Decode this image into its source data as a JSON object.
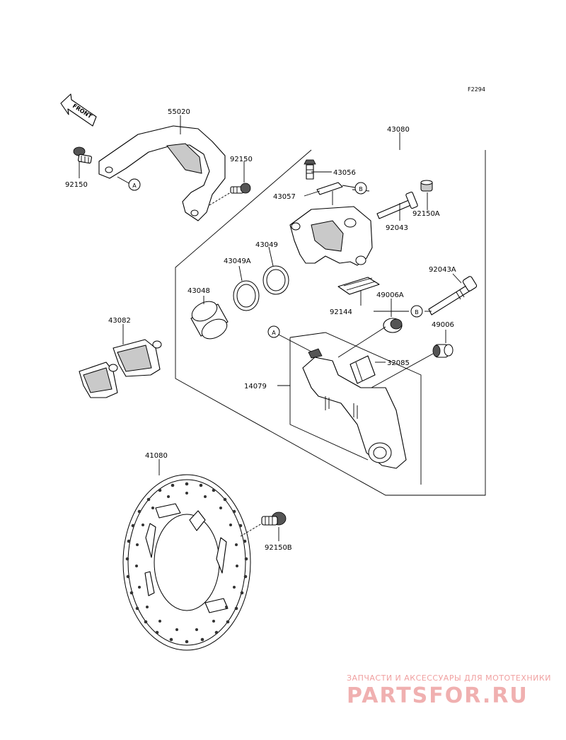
{
  "figure_code": "F2294",
  "front_label": "FRONT",
  "parts": {
    "p55020": "55020",
    "p43080": "43080",
    "p92150_left": "92150",
    "p92150_right": "92150",
    "p43056": "43056",
    "p43057": "43057",
    "p92043": "92043",
    "p92150A": "92150A",
    "p43049": "43049",
    "p43049A": "43049A",
    "p43048": "43048",
    "p92043A": "92043A",
    "p49006A": "49006A",
    "p92144": "92144",
    "p43082": "43082",
    "p49006": "49006",
    "p32085": "32085",
    "p14079": "14079",
    "p41080": "41080",
    "p92150B": "92150B"
  },
  "refs": {
    "a": "A",
    "b": "B"
  },
  "watermark": {
    "line1": "ЗАПЧАСТИ И АКСЕССУАРЫ ДЛЯ МОТОТЕХНИКИ",
    "line2": "PARTSFOR.RU"
  }
}
